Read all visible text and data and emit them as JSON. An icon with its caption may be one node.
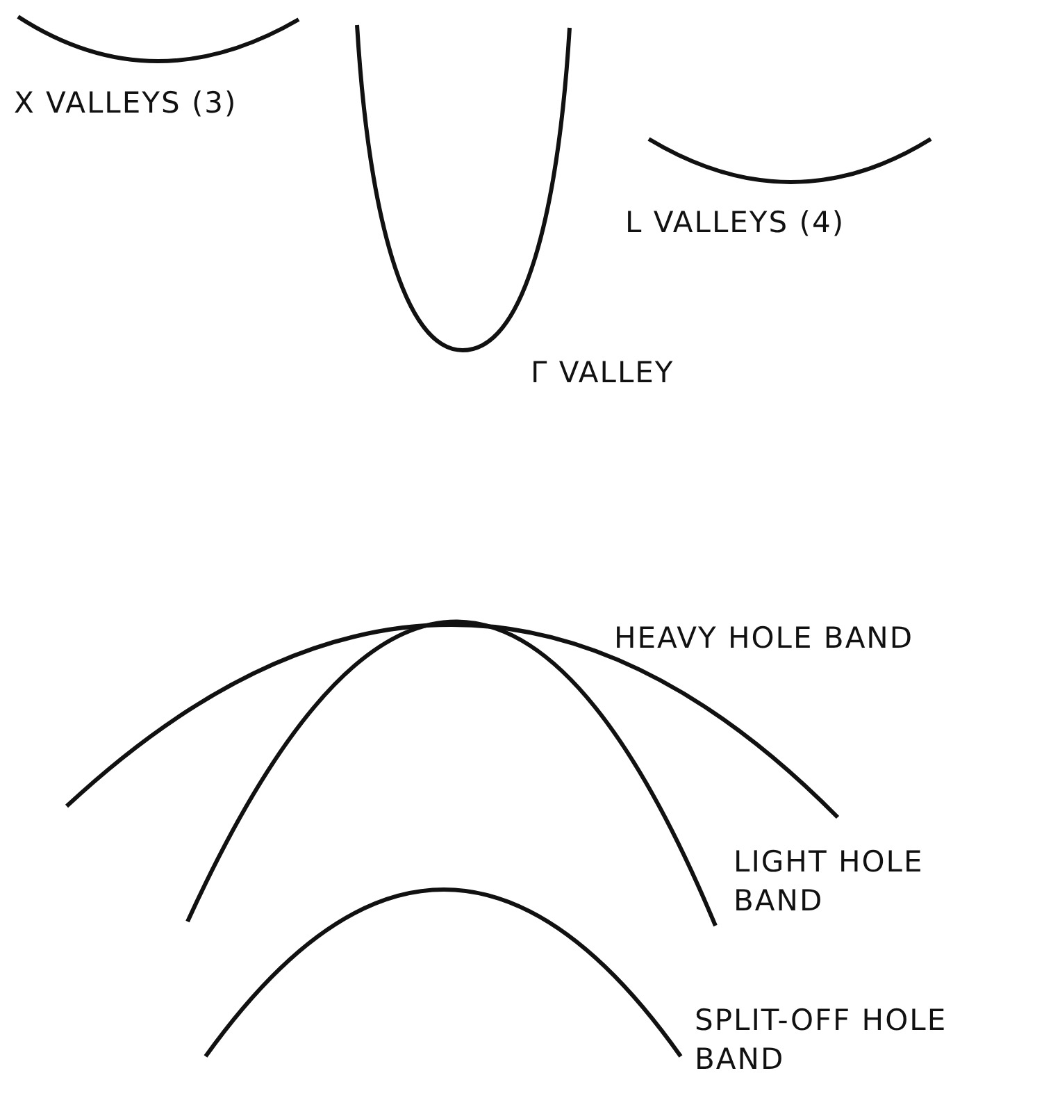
{
  "diagram": {
    "labels": [
      "X VALLEYS (3)",
      "L VALLEYS (4)",
      "Γ VALLEY",
      "HEAVY HOLE BAND",
      "LIGHT HOLE BAND",
      "SPLIT-OFF HOLE BAND"
    ]
  }
}
